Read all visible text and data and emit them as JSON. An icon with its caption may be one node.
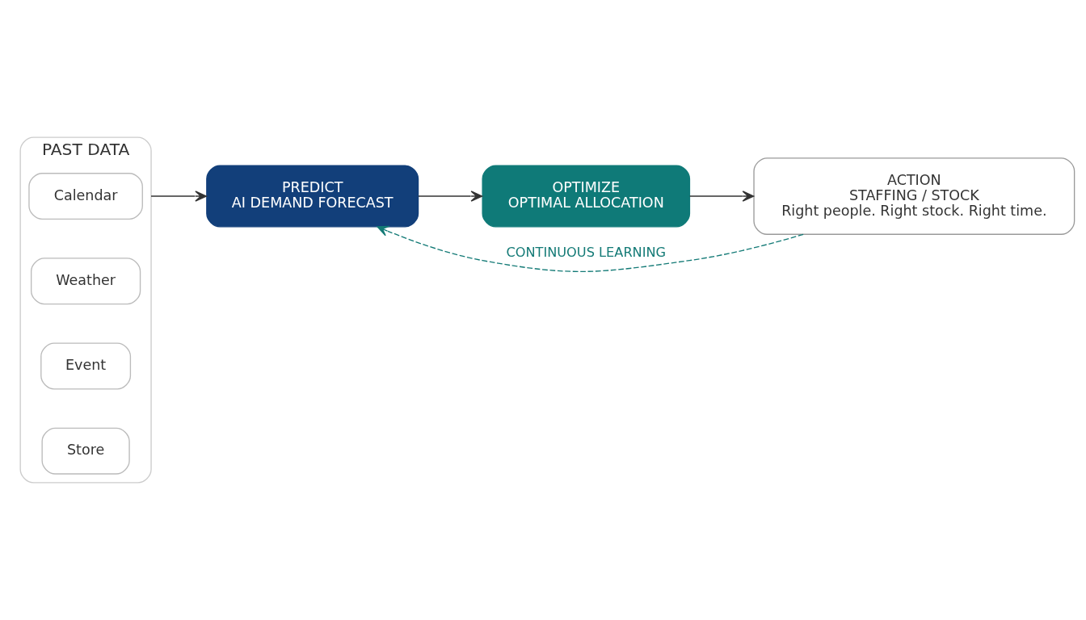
{
  "diagram": {
    "nodes": [
      {
        "text": [
          "PAST DATA"
        ]
      },
      {
        "text": [
          "Calendar"
        ],
        "in": 0
      },
      {
        "text": [
          "Weather"
        ],
        "in": 0
      },
      {
        "text": [
          "Event"
        ],
        "in": 0
      },
      {
        "text": [
          "Store"
        ],
        "in": 0
      },
      {
        "text": [
          "PREDICT",
          "AI DEMAND FORECAST"
        ]
      },
      {
        "text": [
          "OPTIMIZE",
          "OPTIMAL ALLOCATION"
        ]
      },
      {
        "text": [
          "ACTION",
          "STAFFING / STOCK",
          "Right people. Right stock. Right time."
        ]
      }
    ],
    "edges": [
      {
        "from": 0,
        "to": 5,
        "arrow": "to"
      },
      {
        "from": 5,
        "to": 6,
        "arrow": "to"
      },
      {
        "from": 6,
        "to": 7,
        "arrow": "to"
      },
      {
        "from": 7,
        "to": 5,
        "arrow": "to",
        "style": "dashed",
        "color": "#137a76",
        "label": "CONTINUOUS LEARNING"
      }
    ]
  }
}
